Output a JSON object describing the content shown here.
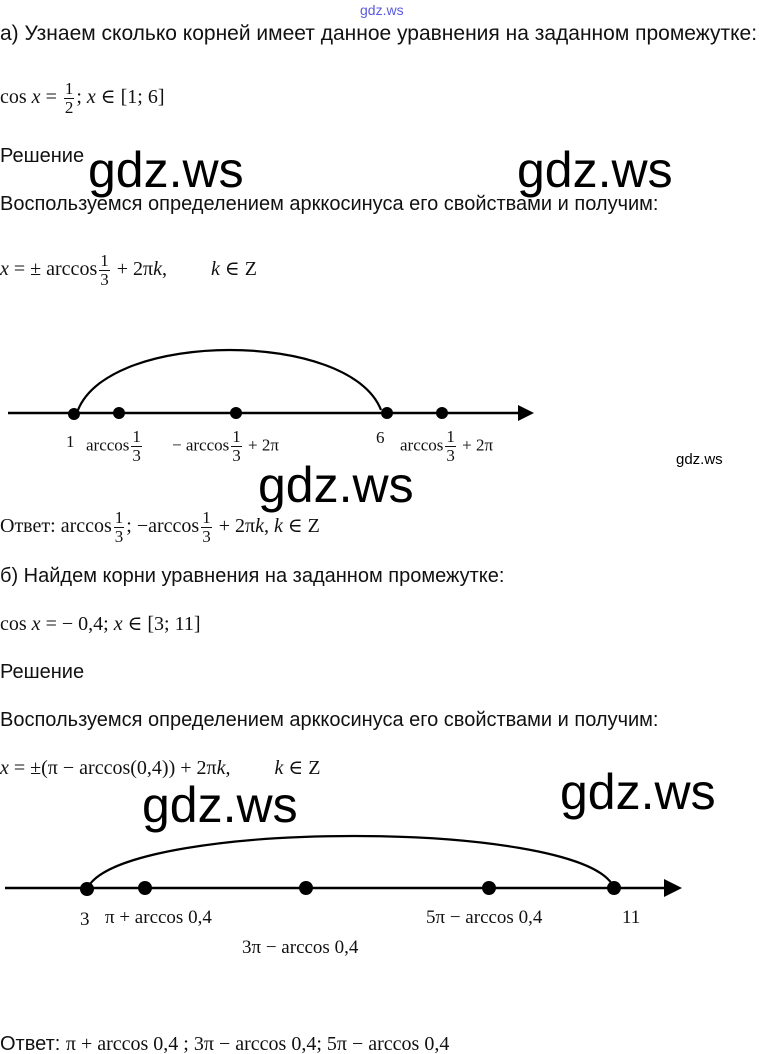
{
  "watermark": "gdz.ws",
  "part_a": {
    "heading": "а) Узнаем сколько корней имеет данное уравнения на заданном промежутке:",
    "equation": {
      "lhs": "cos",
      "var": "x",
      "eq": " = ",
      "num": "1",
      "den": "2",
      "rest": ";  ",
      "var2": "x",
      "interval": " ∈ [1; 6]"
    },
    "solution_label": "Решение",
    "method": "Воспользуемся определением арккосинуса его свойствами и получим:",
    "general": {
      "lhs": "x",
      "mid": " = ± arccos",
      "num": "1",
      "den": "3",
      "plus": " + 2π",
      "k": "k",
      "comma": ",",
      "k2": "k",
      "inZ": " ∈ Z"
    },
    "number_line": {
      "points": [
        "1",
        "6"
      ],
      "label_arccos": "arccos",
      "label_neg_arccos": "− arccos",
      "num": "1",
      "den": "3",
      "plus2pi": " + 2π"
    },
    "answer": {
      "label": "Ответ:  ",
      "t1": "arccos",
      "num": "1",
      "den": "3",
      "sep": "; −arccos",
      "t2": " + 2π",
      "k": "k",
      "comma": ",  ",
      "k2": "k",
      "inZ": " ∈ Z"
    }
  },
  "part_b": {
    "heading": "б) Найдем корни уравнения на заданном промежутке:",
    "equation": {
      "lhs": "cos ",
      "var": "x",
      "rest": " = − 0,4;  ",
      "var2": "x",
      "interval": " ∈ [3; 11]"
    },
    "solution_label": "Решение",
    "method": "Воспользуемся определением арккосинуса его свойствами и получим:",
    "general": {
      "lhs": "x",
      "mid": " = ±(π − arccos(0,4)) + 2π",
      "k": "k",
      "comma": ",",
      "k2": "k",
      "inZ": " ∈ Z"
    },
    "number_line": {
      "start": "3",
      "end": "11",
      "labels": [
        "π + arccos 0,4",
        "5π − arccos 0,4",
        "3π − arccos 0,4"
      ]
    },
    "answer": {
      "label": "Ответ:  ",
      "text": "π + arccos 0,4 ;  3π − arccos 0,4;  5π − arccos 0,4"
    }
  }
}
